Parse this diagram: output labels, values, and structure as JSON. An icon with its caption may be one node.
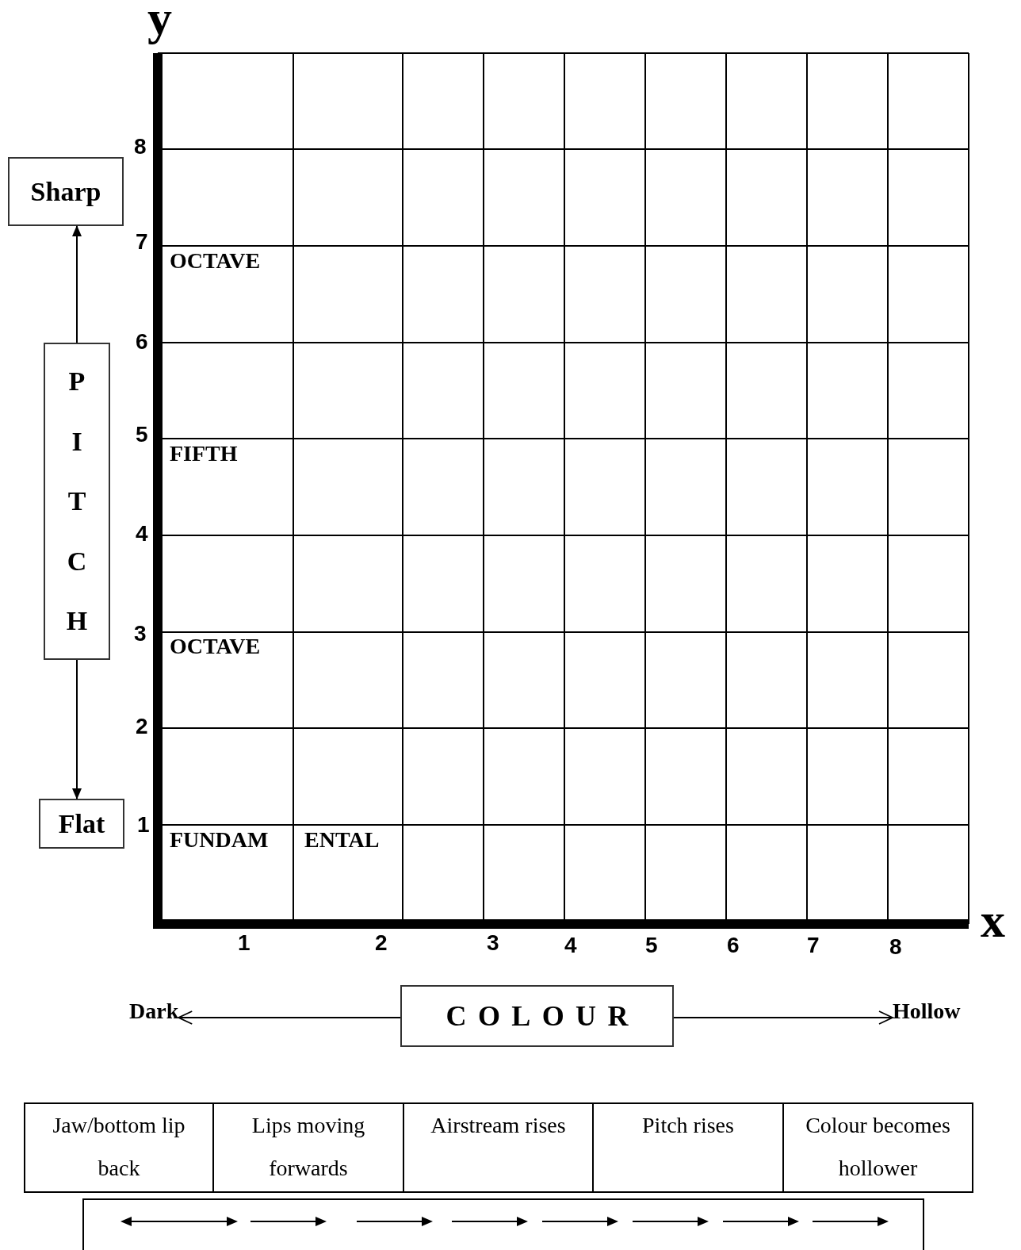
{
  "diagram": {
    "nodes": [
      {
        "text": [
          "Sharp"
        ]
      },
      {
        "text": [
          "PITCH"
        ]
      },
      {
        "text": [
          "Flat"
        ]
      },
      {
        "text": [
          "COLOUR"
        ]
      },
      {
        "text": [
          "Dark"
        ]
      },
      {
        "text": [
          "Hollow"
        ]
      }
    ],
    "edges": [
      {
        "from": 1,
        "to": 0,
        "arrow": "to"
      },
      {
        "from": 1,
        "to": 2,
        "arrow": "to"
      },
      {
        "from": 3,
        "to": 4,
        "arrow": "to"
      },
      {
        "from": 3,
        "to": 5,
        "arrow": "to"
      }
    ],
    "labels": [
      "y",
      "8",
      "7",
      "OCTAVE",
      "6",
      "5",
      "FIFTH",
      "4",
      "3",
      "OCTAVE",
      "2",
      "1",
      "FUNDAM",
      "ENTAL",
      "x",
      "1",
      "2",
      "3",
      "4",
      "5",
      "6",
      "7",
      "8",
      "Jaw/bottom lip back",
      "Lips moving forwards",
      "Airstream rises",
      "Pitch rises",
      "Colour becomes hollower"
    ]
  }
}
